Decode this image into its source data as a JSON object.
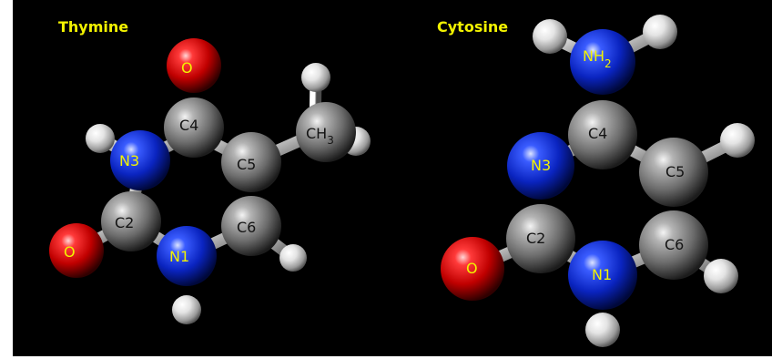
{
  "titles": {
    "left": "Thymine",
    "right": "Cytosine"
  },
  "thymine": {
    "O_top": "O",
    "C4": "C4",
    "N3": "N3",
    "C5": "C5",
    "CH3_main": "CH",
    "CH3_sub": "3",
    "C2": "C2",
    "C6": "C6",
    "O_left": "O",
    "N1": "N1"
  },
  "cytosine": {
    "NH2_main": "NH",
    "NH2_sub": "2",
    "C4": "C4",
    "N3": "N3",
    "C5": "C5",
    "C2": "C2",
    "C6": "C6",
    "O": "O",
    "N1": "N1"
  },
  "colors": {
    "background": "#000000",
    "oxygen": "#e0141a",
    "nitrogen": "#1436d8",
    "carbon": "#8c8c8c",
    "hydrogen": "#e6e6e6",
    "label_light": "#f2f200",
    "label_dark": "#141414"
  }
}
